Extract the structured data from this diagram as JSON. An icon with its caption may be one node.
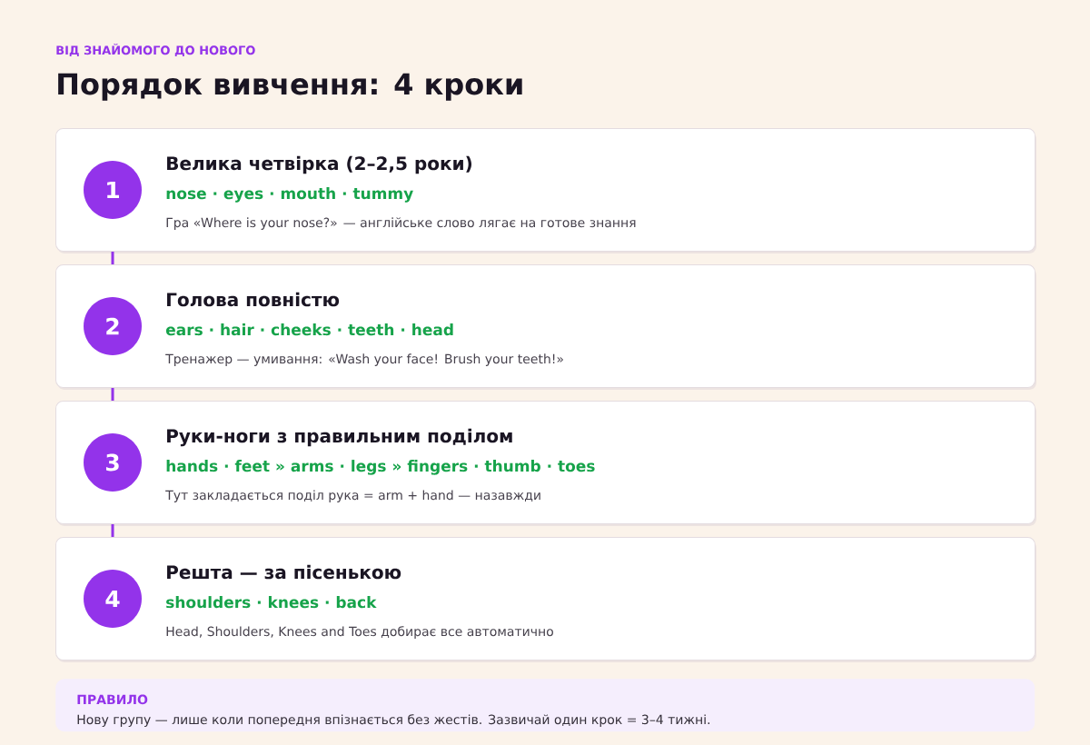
{
  "diagram": {
    "title": "Порядок вивчення: 4 кроки",
    "nodes": [
      {
        "text": [
          "Велика четвірка (2–2,5 роки)",
          "nose · eyes · mouth · tummy",
          "Гра «Where is your nose?» — англійське слово лягає на готове знання"
        ]
      },
      {
        "text": [
          "1"
        ],
        "in": 0
      },
      {
        "text": [
          "Голова повністю",
          "ears · hair · cheeks · teeth · head",
          "Тренажер — умивання: «Wash your face! Brush your teeth!»"
        ]
      },
      {
        "text": [
          "2"
        ],
        "in": 2
      },
      {
        "text": [
          "Руки-ноги з правильним поділом",
          "hands · feet » arms · legs » fingers · thumb · toes",
          "Тут закладається поділ рука = arm + hand — назавжди"
        ]
      },
      {
        "text": [
          "3"
        ],
        "in": 4
      },
      {
        "text": [
          "Решта — за пісенькою",
          "shoulders · knees · back",
          "Head, Shoulders, Knees and Toes добирає все автоматично"
        ]
      },
      {
        "text": [
          "4"
        ],
        "in": 6
      },
      {
        "text": [
          "ПРАВИЛО",
          "Нову групу — лише коли попередня впізнається без жестів. Зазвичай один крок = 3–4 тижні."
        ]
      }
    ],
    "edges": [
      {
        "from": 0,
        "to": 2,
        "arrow": "none"
      },
      {
        "from": 2,
        "to": 4,
        "arrow": "none"
      },
      {
        "from": 4,
        "to": 6,
        "arrow": "none"
      }
    ],
    "labels": [
      "ВІД ЗНАЙОМОГО ДО НОВОГО"
    ]
  }
}
